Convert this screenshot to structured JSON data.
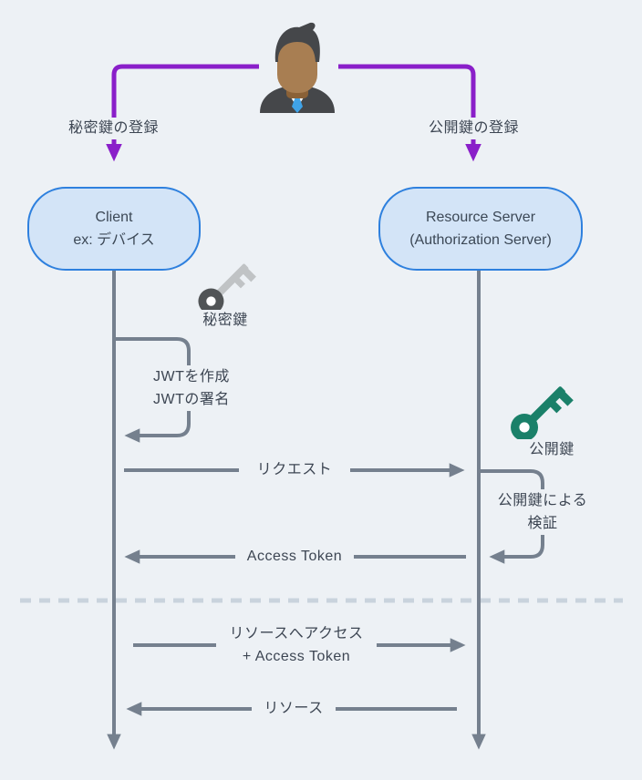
{
  "diagram_title": "JWT client-credentials flow with key pair registration",
  "colors": {
    "background": "#edf1f5",
    "purple_connector": "#8a1fc9",
    "slate_line": "#75808e",
    "text": "#3d4653",
    "node_fill": "#d3e4f7",
    "node_border": "#2e80de",
    "dashed_separator": "#c9d3dd",
    "private_key_bow": "#515456",
    "private_key_shaft": "#c0c3c5",
    "public_key": "#1a8069",
    "tie_blue": "#3fa3e8"
  },
  "actor": {
    "icon": "person-icon"
  },
  "registration": {
    "left_label": "秘密鍵の登録",
    "right_label": "公開鍵の登録"
  },
  "participants": [
    {
      "id": "client",
      "lines": [
        "Client",
        "ex: デバイス"
      ]
    },
    {
      "id": "resource-server",
      "lines": [
        "Resource Server",
        "(Authorization Server)"
      ]
    }
  ],
  "keys": [
    {
      "id": "private-key",
      "label": "秘密鍵"
    },
    {
      "id": "public-key",
      "label": "公開鍵"
    }
  ],
  "self_loops": [
    {
      "id": "jwt-create-sign",
      "lines": [
        "JWTを作成",
        "JWTの署名"
      ]
    },
    {
      "id": "verify-with-public-key",
      "lines": [
        "公開鍵による",
        "検証"
      ]
    }
  ],
  "messages": [
    {
      "id": "request",
      "label": "リクエスト",
      "direction": "right"
    },
    {
      "id": "access-token",
      "label": "Access Token",
      "direction": "left"
    },
    {
      "id": "resource-access",
      "lines": [
        "リソースへアクセス",
        "+ Access Token"
      ],
      "direction": "right"
    },
    {
      "id": "resource",
      "label": "リソース",
      "direction": "left"
    }
  ]
}
